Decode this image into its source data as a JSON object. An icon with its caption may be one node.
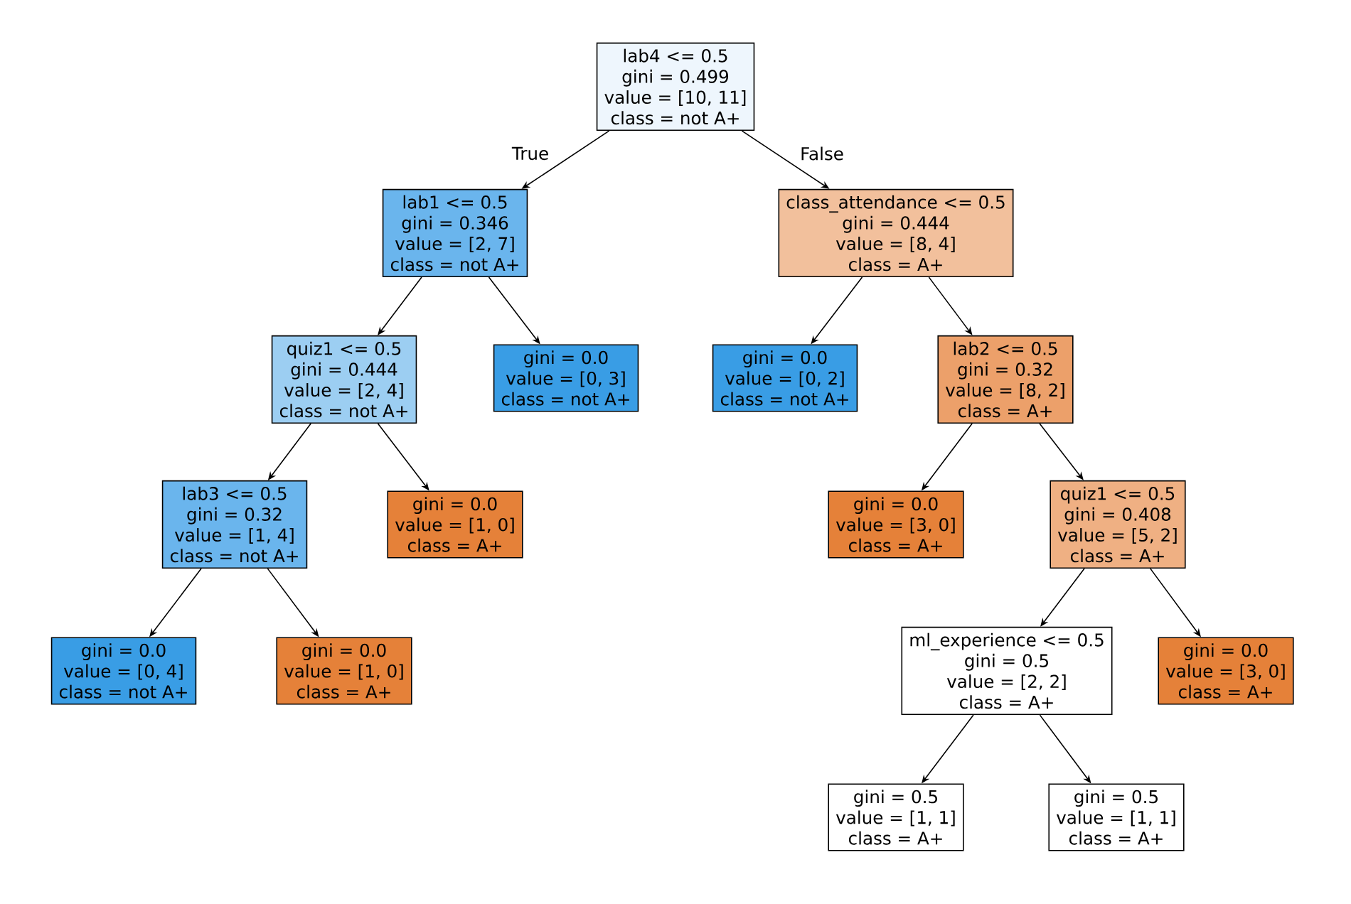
{
  "diagram": {
    "nodes": [
      {
        "text": [
          "lab4 <= 0.5",
          "gini = 0.499",
          "value = [10, 11]",
          "class = not A+"
        ]
      },
      {
        "text": [
          "lab1 <= 0.5",
          "gini = 0.346",
          "value = [2, 7]",
          "class = not A+"
        ]
      },
      {
        "text": [
          "class_attendance <= 0.5",
          "gini = 0.444",
          "value = [8, 4]",
          "class = A+"
        ]
      },
      {
        "text": [
          "quiz1 <= 0.5",
          "gini = 0.444",
          "value = [2, 4]",
          "class = not A+"
        ]
      },
      {
        "text": [
          "gini = 0.0",
          "value = [0, 3]",
          "class = not A+"
        ]
      },
      {
        "text": [
          "gini = 0.0",
          "value = [0, 2]",
          "class = not A+"
        ]
      },
      {
        "text": [
          "lab2 <= 0.5",
          "gini = 0.32",
          "value = [8, 2]",
          "class = A+"
        ]
      },
      {
        "text": [
          "lab3 <= 0.5",
          "gini = 0.32",
          "value = [1, 4]",
          "class = not A+"
        ]
      },
      {
        "text": [
          "gini = 0.0",
          "value = [1, 0]",
          "class = A+"
        ]
      },
      {
        "text": [
          "gini = 0.0",
          "value = [3, 0]",
          "class = A+"
        ]
      },
      {
        "text": [
          "quiz1 <= 0.5",
          "gini = 0.408",
          "value = [5, 2]",
          "class = A+"
        ]
      },
      {
        "text": [
          "gini = 0.0",
          "value = [0, 4]",
          "class = not A+"
        ]
      },
      {
        "text": [
          "gini = 0.0",
          "value = [1, 0]",
          "class = A+"
        ]
      },
      {
        "text": [
          "ml_experience <= 0.5",
          "gini = 0.5",
          "value = [2, 2]",
          "class = A+"
        ]
      },
      {
        "text": [
          "gini = 0.0",
          "value = [3, 0]",
          "class = A+"
        ]
      },
      {
        "text": [
          "gini = 0.5",
          "value = [1, 1]",
          "class = A+"
        ]
      },
      {
        "text": [
          "gini = 0.5",
          "value = [1, 1]",
          "class = A+"
        ]
      }
    ],
    "edges": [
      {
        "from": 0,
        "to": 1,
        "arrow": "to",
        "label": "True"
      },
      {
        "from": 0,
        "to": 2,
        "arrow": "to",
        "label": "False"
      },
      {
        "from": 1,
        "to": 3,
        "arrow": "to"
      },
      {
        "from": 1,
        "to": 4,
        "arrow": "to"
      },
      {
        "from": 2,
        "to": 5,
        "arrow": "to"
      },
      {
        "from": 2,
        "to": 6,
        "arrow": "to"
      },
      {
        "from": 3,
        "to": 7,
        "arrow": "to"
      },
      {
        "from": 3,
        "to": 8,
        "arrow": "to"
      },
      {
        "from": 6,
        "to": 9,
        "arrow": "to"
      },
      {
        "from": 6,
        "to": 10,
        "arrow": "to"
      },
      {
        "from": 7,
        "to": 11,
        "arrow": "to"
      },
      {
        "from": 7,
        "to": 12,
        "arrow": "to"
      },
      {
        "from": 10,
        "to": 13,
        "arrow": "to"
      },
      {
        "from": 10,
        "to": 14,
        "arrow": "to"
      },
      {
        "from": 13,
        "to": 15,
        "arrow": "to"
      },
      {
        "from": 13,
        "to": 16,
        "arrow": "to"
      }
    ]
  }
}
